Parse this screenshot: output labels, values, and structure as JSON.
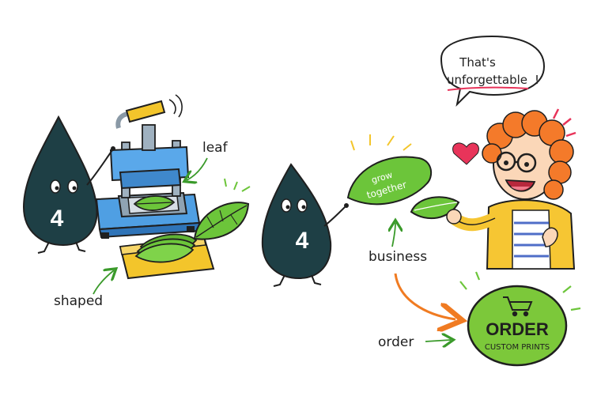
{
  "labels": {
    "leaf": "leaf",
    "shaped": "shaped",
    "business": "business",
    "order": "order"
  },
  "badges": {
    "left_drop_number": "4",
    "right_drop_number": "4"
  },
  "leaf_text": {
    "line1": "grow",
    "line2": "together"
  },
  "speech": {
    "line1": "That's",
    "line2": "unforgettable",
    "punctuation": "!"
  },
  "order_button": {
    "title": "ORDER",
    "subtitle": "CUSTOM PRINTS",
    "icon": "shopping-cart-icon"
  },
  "colors": {
    "ink": "#1f1f1f",
    "drop": "#1e3f45",
    "leaf_green": "#6cc53a",
    "press_blue": "#4f9fe3",
    "tray_yellow": "#f3c52b",
    "accent_orange": "#f07b22",
    "hair_orange": "#f47a2a",
    "jacket_yellow": "#f6c633",
    "heart_pink": "#e8345a"
  }
}
